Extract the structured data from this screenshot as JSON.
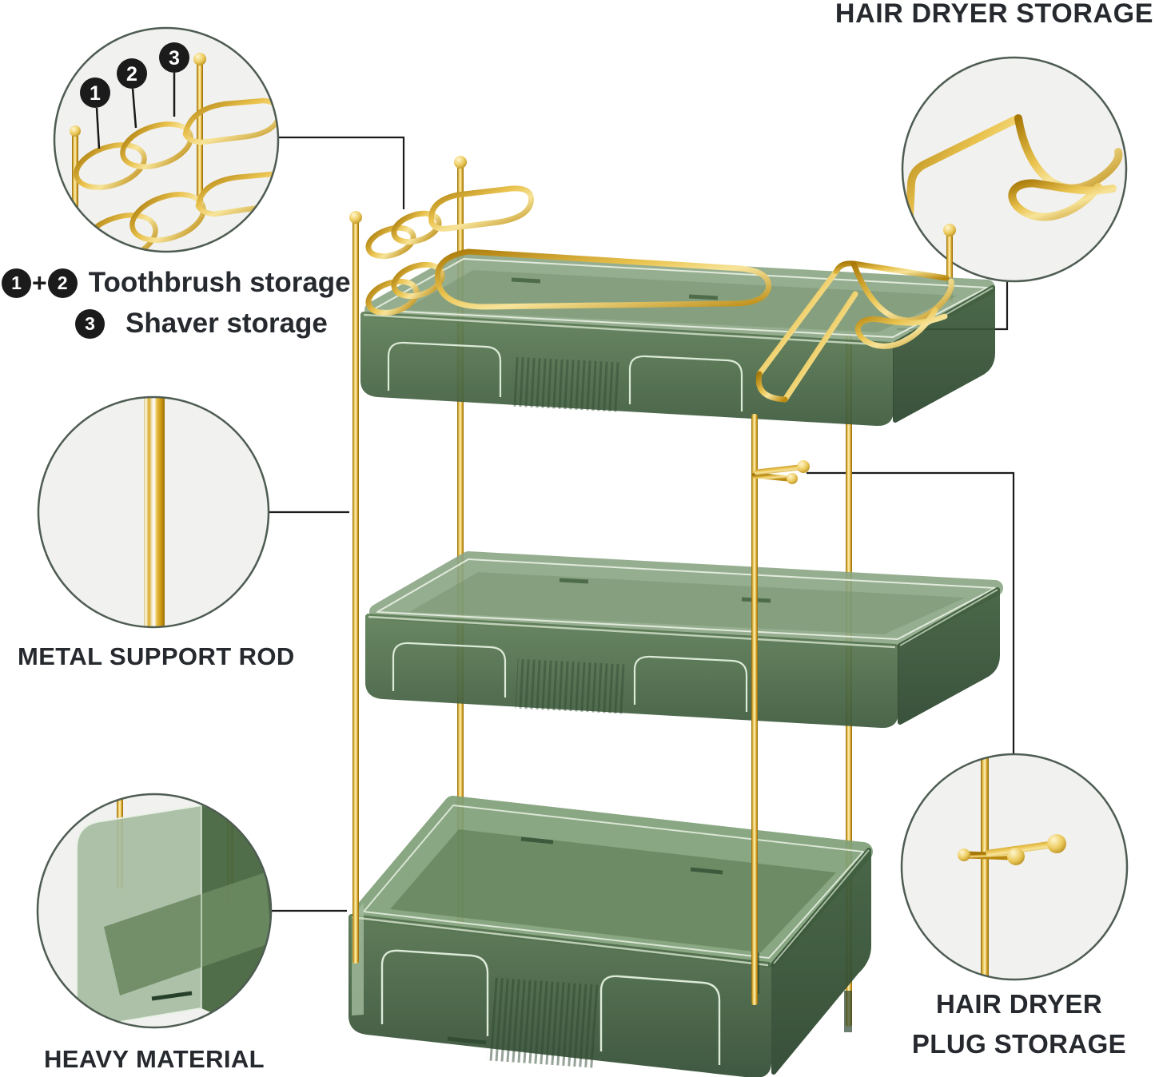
{
  "title": "HAIR DRYER STORAGE",
  "callouts": {
    "toothbrush": {
      "badge1": "1",
      "badge2": "2",
      "badge3": "3",
      "plus": "+",
      "toothbrush_label": "Toothbrush storage",
      "shaver_label": "Shaver storage"
    },
    "metal_rod": {
      "label": "METAL SUPPORT ROD"
    },
    "heavy_material": {
      "label": "HEAVY MATERIAL"
    },
    "plug": {
      "line1": "HAIR DRYER",
      "line2": "PLUG STORAGE"
    }
  },
  "colors": {
    "gold": "#d4a627",
    "green_light": "#8ba685",
    "green_dark": "#3d593c",
    "leader_line": "#1c1c1c",
    "text": "#26292e",
    "circle_fill": "#f1f1ef",
    "circle_stroke": "#4e5c52",
    "badge_bg": "#1b1b1b"
  }
}
